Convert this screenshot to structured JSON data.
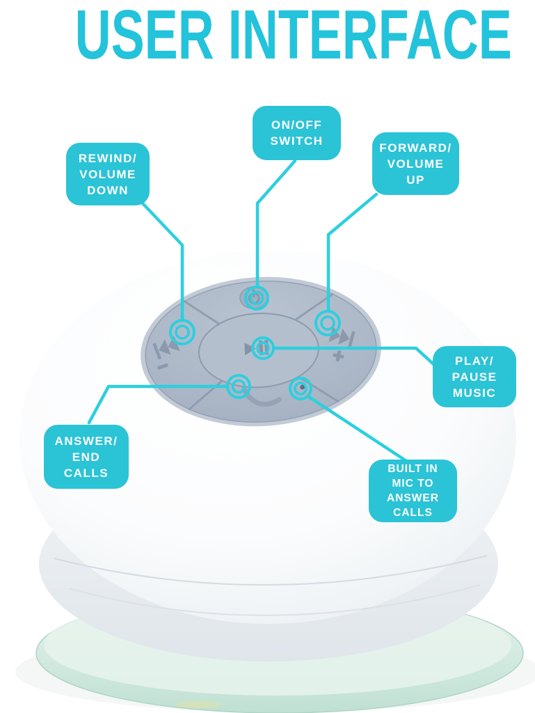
{
  "title": "USER INTERFACE",
  "colors": {
    "accent_cyan": "#2BC3D6",
    "line_cyan": "#2CCFDF",
    "title_cyan": "#23C3DB",
    "label_text": "#FFFFFF",
    "pad_gray": "#AAB6C6",
    "pad_groove": "#8D9BAE",
    "body_white": "#F4F6F8",
    "suction_cup_green": "#CDE7DB"
  },
  "callouts": {
    "on_off": {
      "text": "ON/OFF\nSWITCH"
    },
    "rewind": {
      "text": "REWIND/\nVOLUME\nDOWN"
    },
    "forward": {
      "text": "FORWARD/\nVOLUME\nUP"
    },
    "play": {
      "text": "PLAY/\nPAUSE\nMUSIC"
    },
    "answer": {
      "text": "ANSWER/\nEND\nCALLS"
    },
    "mic": {
      "text": "BUILT IN\nMIC TO\nANSWER\nCALLS"
    }
  },
  "device": {
    "name": "bluetooth-shower-speaker",
    "icons": {
      "power": "power-icon",
      "rewind": "skip-back-minus-icon",
      "forward": "skip-forward-plus-icon",
      "play_pause": "play-pause-icon",
      "phone": "phone-handset-icon",
      "mic": "mic-hole-icon"
    }
  }
}
